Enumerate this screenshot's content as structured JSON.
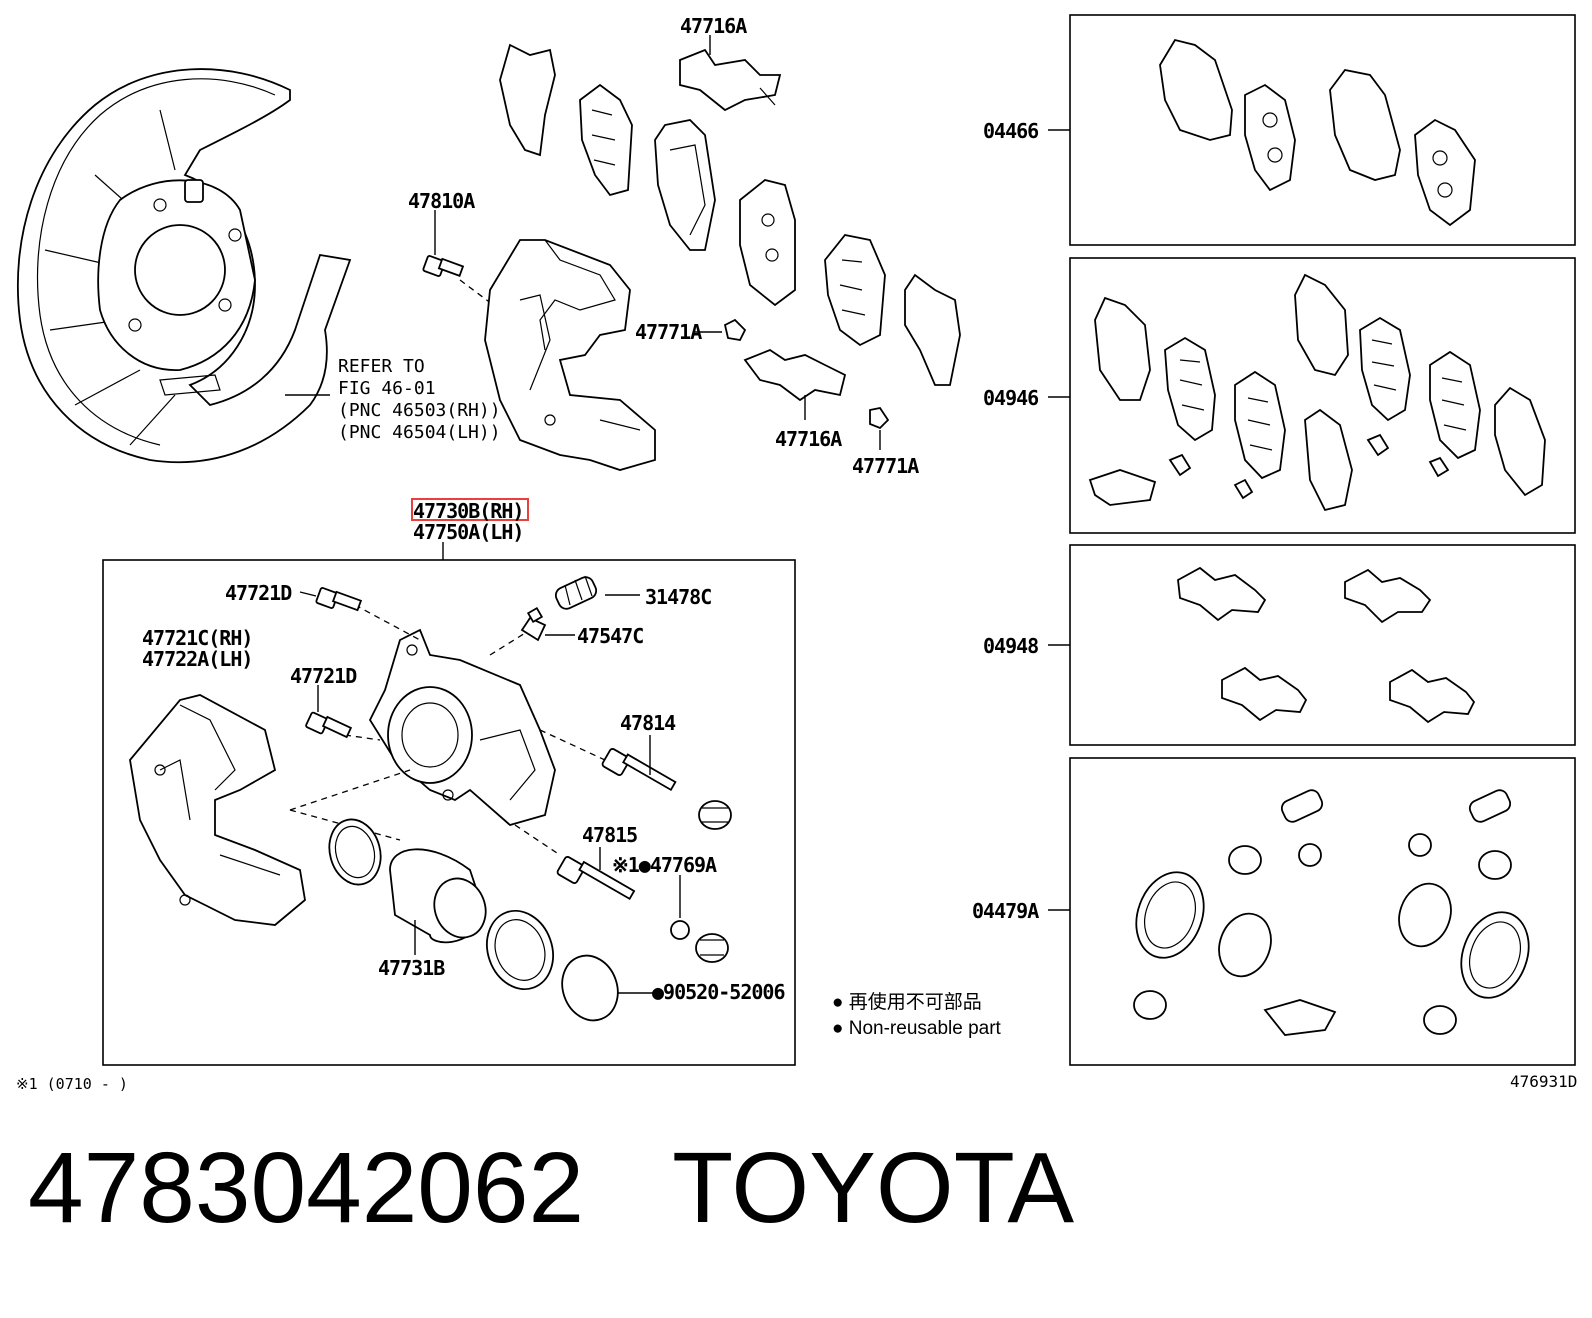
{
  "labels": {
    "p47716a_top": "47716A",
    "p47810a": "47810A",
    "refer_1": "REFER TO",
    "refer_2": "FIG 46-01",
    "refer_3": "(PNC 46503(RH))",
    "refer_4": "(PNC 46504(LH))",
    "p47771a_left": "47771A",
    "p47716a_mid": "47716A",
    "p47771a_bot": "47771A",
    "p47730b": "47730B(RH)",
    "p47750a": "47750A(LH)",
    "p47721d_top": "47721D",
    "p31478c": "31478C",
    "p47547c": "47547C",
    "p47721c": "47721C(RH)",
    "p47722a": "47722A(LH)",
    "p47721d_mid": "47721D",
    "p47814": "47814",
    "p47815": "47815",
    "p47769a": "※1●47769A",
    "p47731b": "47731B",
    "p90520": "●90520-52006",
    "kit_04466": "04466",
    "kit_04946": "04946",
    "kit_04948": "04948",
    "kit_04479a": "04479A",
    "legend_jp": "● 再使用不可部品",
    "legend_en": "● Non-reusable part",
    "footnote": "※1 (0710 -       )",
    "diagram_id": "476931D"
  },
  "highlight_color": "#e8403a",
  "footer": {
    "part_number": "4783042062",
    "brand": "TOYOTA"
  }
}
